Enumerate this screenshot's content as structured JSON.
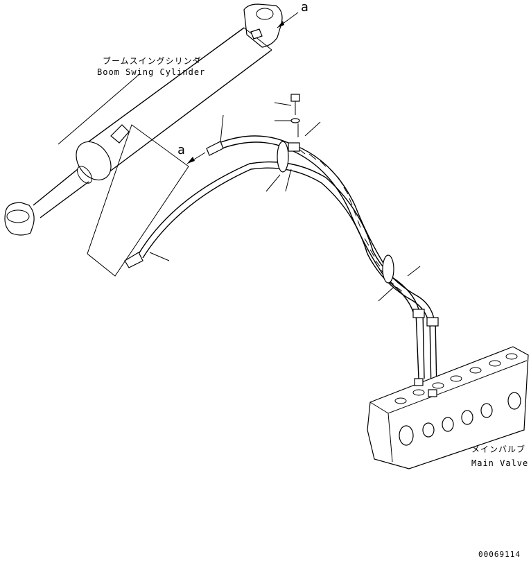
{
  "labels": {
    "boom_swing_cylinder_jp": "ブームスイングシリンダ",
    "boom_swing_cylinder_en": "Boom Swing Cylinder",
    "main_valve_jp": "メインバルブ",
    "main_valve_en": "Main Valve",
    "ref_a_top": "a",
    "ref_a_left": "a",
    "drawing_number": "00069114"
  }
}
